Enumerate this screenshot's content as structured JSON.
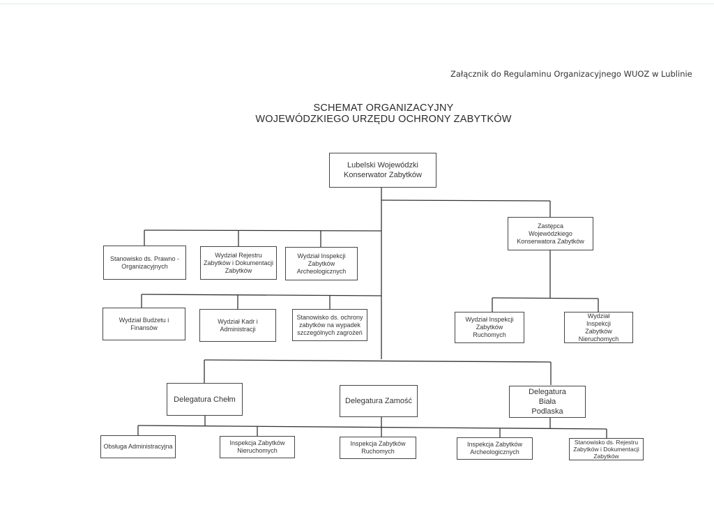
{
  "header": {
    "annex": "Załącznik do Regulaminu Organizacyjnego WUOZ w Lublinie",
    "title_line1": "SCHEMAT ORGANIZACYJNY",
    "title_line2": "WOJEWÓDZKIEGO URZĘDU OCHRONY ZABYTKÓW"
  },
  "org": {
    "head": "Lubelski Wojewódzki Konserwator Zabytków",
    "deputy": "Zastępca Wojewódzkiego Konserwatora Zabytków",
    "row1": [
      "Stanowisko ds. Prawno - Organizacyjnych",
      "Wydział Rejestru Zabytków i Dokumentacji Zabytków",
      "Wydział Inspekcji Zabytków Archeologicznych"
    ],
    "row2": [
      "Wydział Budżetu i Finansów",
      "Wydział Kadr i Administracji",
      "Stanowisko ds. ochrony zabytków na wypadek szczególnych zagrożeń"
    ],
    "deputy_units": [
      "Wydział Inspekcji Zabytków Ruchomych",
      "Wydział Inspekcji Zabytków Nieruchomych"
    ],
    "delegations": [
      "Delegatura Chełm",
      "Delegatura Zamość",
      "Delegatura Biała Podlaska"
    ],
    "delegation_units": [
      "Obsługa Administracyjna",
      "Inspekcja Zabytków Nieruchomych",
      "Inspekcja Zabytków Ruchomych",
      "Inspekcja Zabytków Archeologicznych",
      "Stanowisko ds. Rejestru Zabytków i Dokumentacji Zabytków"
    ]
  }
}
